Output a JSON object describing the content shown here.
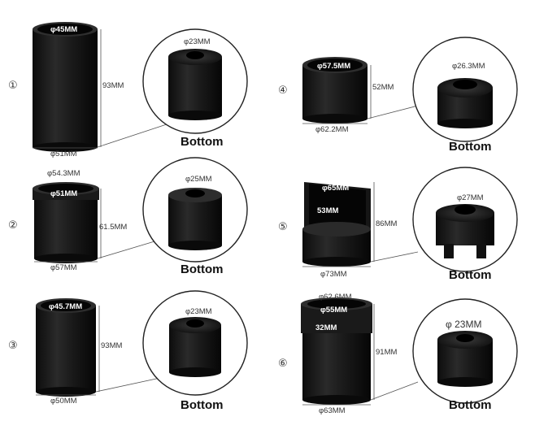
{
  "panels": [
    {
      "number": "①",
      "top_dia": "φ45MM",
      "height": "93MM",
      "bottom_dia": "φ51MM",
      "hole_dia": "φ23MM",
      "bottom_label": "Bottom"
    },
    {
      "number": "②",
      "top_dia_outer": "φ54.3MM",
      "top_dia": "φ51MM",
      "height": "61.5MM",
      "bottom_dia": "φ57MM",
      "hole_dia": "φ25MM",
      "bottom_label": "Bottom"
    },
    {
      "number": "③",
      "top_dia": "φ45.7MM",
      "height": "93MM",
      "bottom_dia": "φ50MM",
      "hole_dia": "φ23MM",
      "bottom_label": "Bottom"
    },
    {
      "number": "④",
      "top_dia": "φ57.5MM",
      "height": "52MM",
      "bottom_dia": "φ62.2MM",
      "hole_dia": "φ26.3MM",
      "bottom_label": "Bottom"
    },
    {
      "number": "⑤",
      "top_dia": "φ65MM",
      "inner_height": "53MM",
      "height": "86MM",
      "bottom_dia": "φ73MM",
      "hole_dia": "φ27MM",
      "bottom_label": "Bottom"
    },
    {
      "number": "⑥",
      "top_dia_outer": "φ62.6MM",
      "top_dia": "φ55MM",
      "inner_height": "32MM",
      "height": "91MM",
      "bottom_dia": "φ63MM",
      "hole_dia": "φ 23MM",
      "bottom_label": "Bottom"
    }
  ]
}
